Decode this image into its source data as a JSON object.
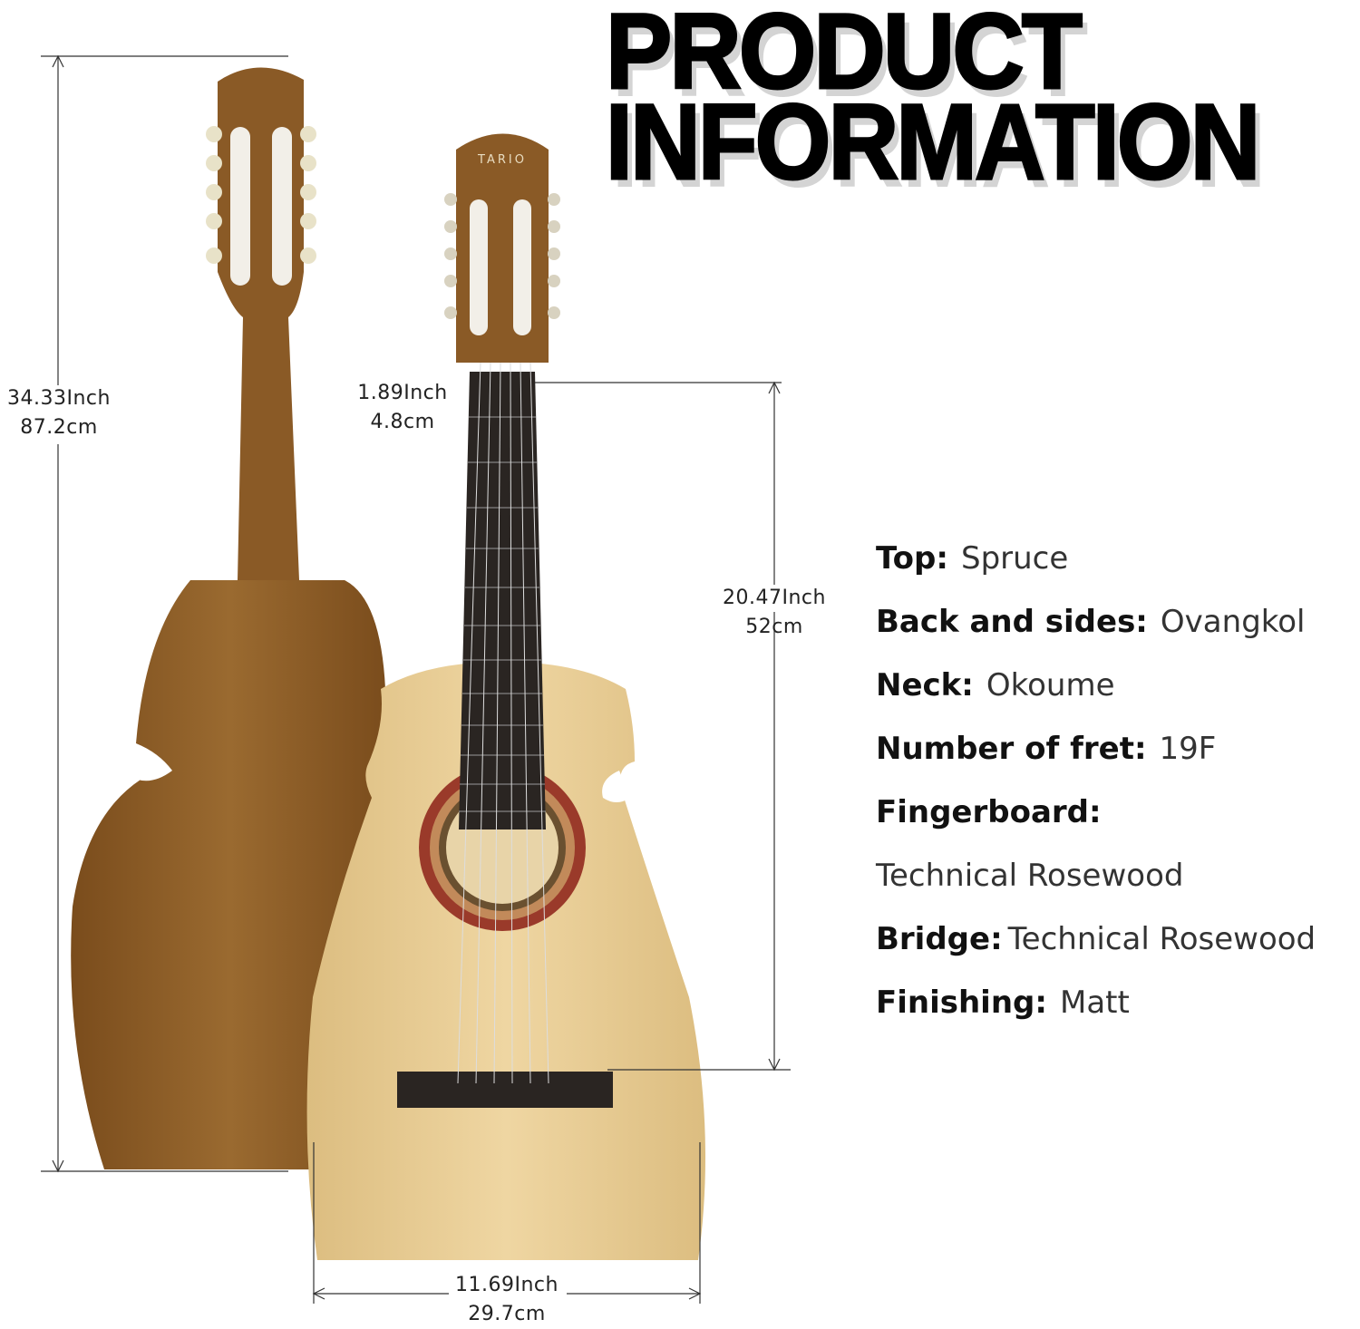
{
  "title": {
    "line1": "PRODUCT",
    "line2": "INFORMATION"
  },
  "brand_logo": "TARIO",
  "dimensions": {
    "total_length": {
      "inch": "34.33Inch",
      "cm": "87.2cm"
    },
    "nut_width": {
      "inch": "1.89Inch",
      "cm": "4.8cm"
    },
    "scale_length": {
      "inch": "20.47Inch",
      "cm": "52cm"
    },
    "body_width": {
      "inch": "11.69Inch",
      "cm": "29.7cm"
    }
  },
  "specs": [
    {
      "label": "Top:",
      "value": "Spruce"
    },
    {
      "label": "Back and sides:",
      "value": "Ovangkol"
    },
    {
      "label": "Neck:",
      "value": "Okoume"
    },
    {
      "label": "Number of fret:",
      "value": "19F"
    },
    {
      "label": "Fingerboard:",
      "value": ""
    },
    {
      "label": "",
      "value": "Technical Rosewood"
    },
    {
      "label": "Bridge:",
      "value": "Technical Rosewood"
    },
    {
      "label": "Finishing:",
      "value": "Matt"
    }
  ],
  "colors": {
    "back_wood": "#8a5a24",
    "top_wood": "#e6c98e",
    "fingerboard": "#2a2522",
    "text": "#333333"
  }
}
